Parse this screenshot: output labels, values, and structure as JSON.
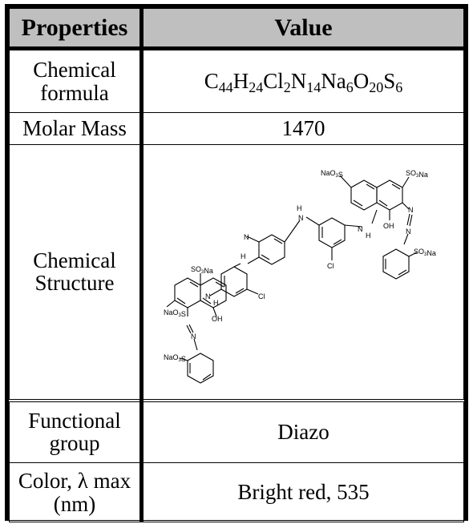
{
  "table": {
    "headers": {
      "properties": "Properties",
      "value": "Value"
    },
    "rows": [
      {
        "label": "Chemical formula",
        "formula": [
          {
            "t": "C"
          },
          {
            "s": "44"
          },
          {
            "t": "H"
          },
          {
            "s": "24"
          },
          {
            "t": "Cl"
          },
          {
            "s": "2"
          },
          {
            "t": "N"
          },
          {
            "s": "14"
          },
          {
            "t": "Na"
          },
          {
            "s": "6"
          },
          {
            "t": "O"
          },
          {
            "s": "20"
          },
          {
            "t": "S"
          },
          {
            "s": "6"
          }
        ]
      },
      {
        "label": "Molar Mass",
        "value": "1470"
      },
      {
        "label": "Chemical Structure",
        "structure_labels": {
          "naso3s_top": "NaO3S",
          "so3na_top": "SO3Na",
          "nh_top_left": "H",
          "n_bridge_left": "N",
          "n_bridge_right": "N",
          "h_bridge_right": "H",
          "oh_right": "OH",
          "azo_n_right": "N",
          "azo_n2_right": "N",
          "so3na_right": "SO3Na",
          "cl_right": "Cl",
          "so3na_left": "SO3Na",
          "h_mid": "H",
          "n_mid": "N",
          "cl_left": "Cl",
          "naso3s_left": "NaO3S",
          "oh_left": "OH",
          "h_left": "H",
          "n_left": "N",
          "azo_n_left": "N",
          "naso3s_bottom": "NaO3S"
        }
      },
      {
        "label": "Functional group",
        "value": "Diazo"
      },
      {
        "label": "Color, λ max (nm)",
        "value": "Bright red, 535"
      }
    ]
  }
}
